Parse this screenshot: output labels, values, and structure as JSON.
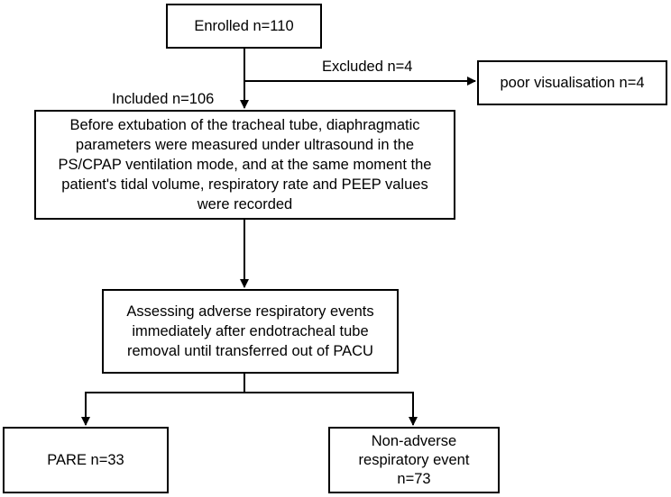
{
  "flowchart": {
    "enrolled": "Enrolled n=110",
    "excluded_label": "Excluded n=4",
    "excluded_reason": "poor visualisation n=4",
    "included_label": "Included n=106",
    "measurement": "Before extubation of the tracheal tube, diaphragmatic parameters were measured under ultrasound in the PS/CPAP ventilation mode, and at the same moment the patient's tidal volume, respiratory rate and PEEP values were recorded",
    "assessment": "Assessing adverse respiratory events immediately after endotracheal tube removal until transferred out of PACU",
    "pare": "PARE n=33",
    "non_adverse": "Non-adverse respiratory event n=73"
  },
  "colors": {
    "line": "#000000",
    "box_border": "#000000",
    "background": "#ffffff"
  }
}
